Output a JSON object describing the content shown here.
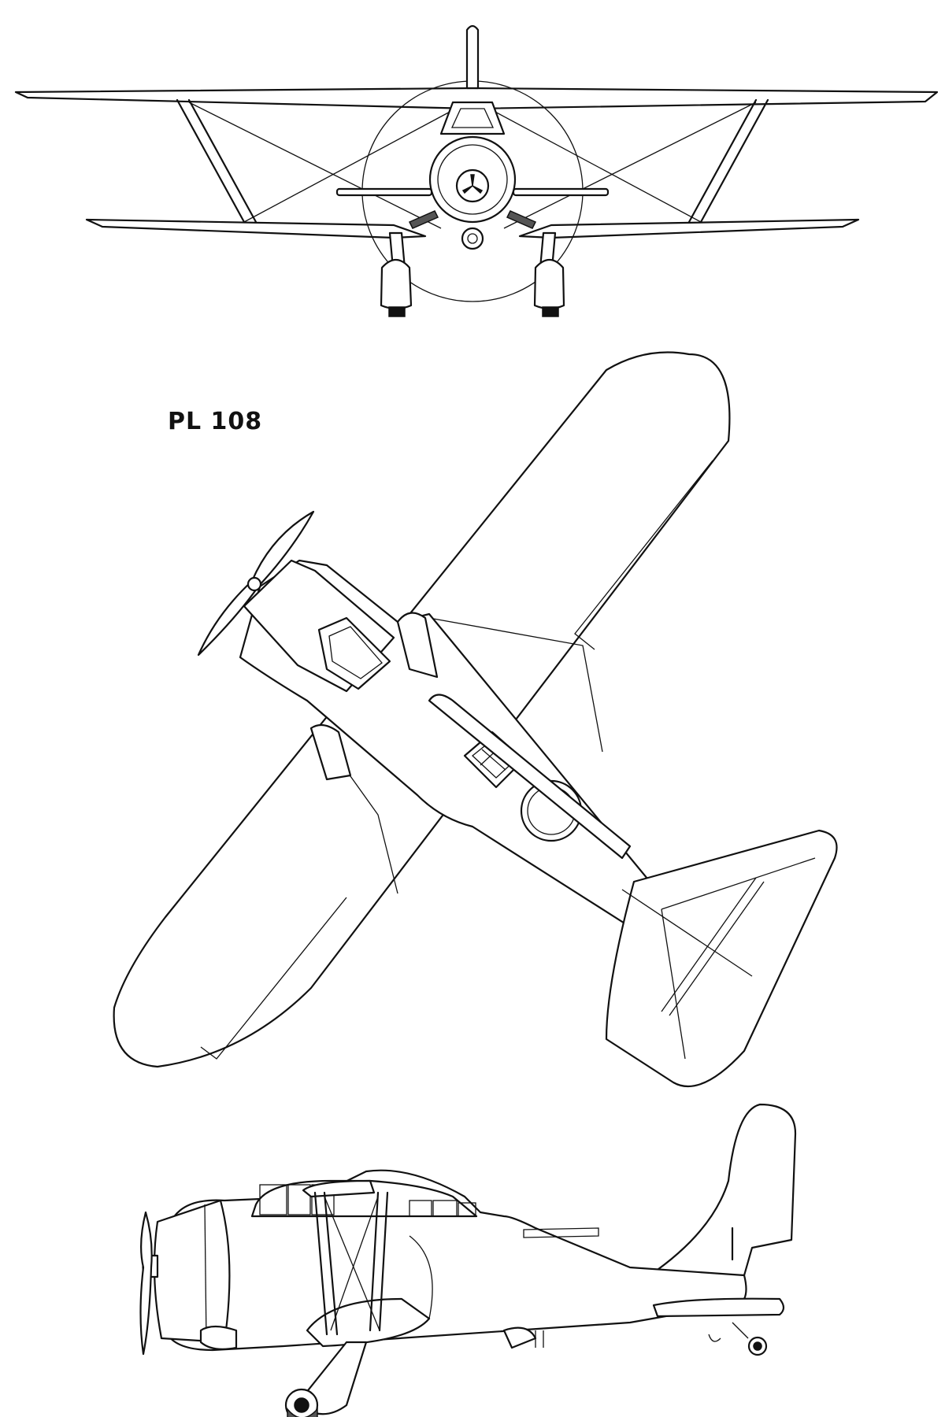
{
  "drawing": {
    "title": "PL 108",
    "views": [
      {
        "name": "front-view",
        "icon": "biplane-front-icon"
      },
      {
        "name": "plan-view",
        "icon": "biplane-top-icon"
      },
      {
        "name": "side-view",
        "icon": "biplane-side-icon"
      }
    ]
  }
}
